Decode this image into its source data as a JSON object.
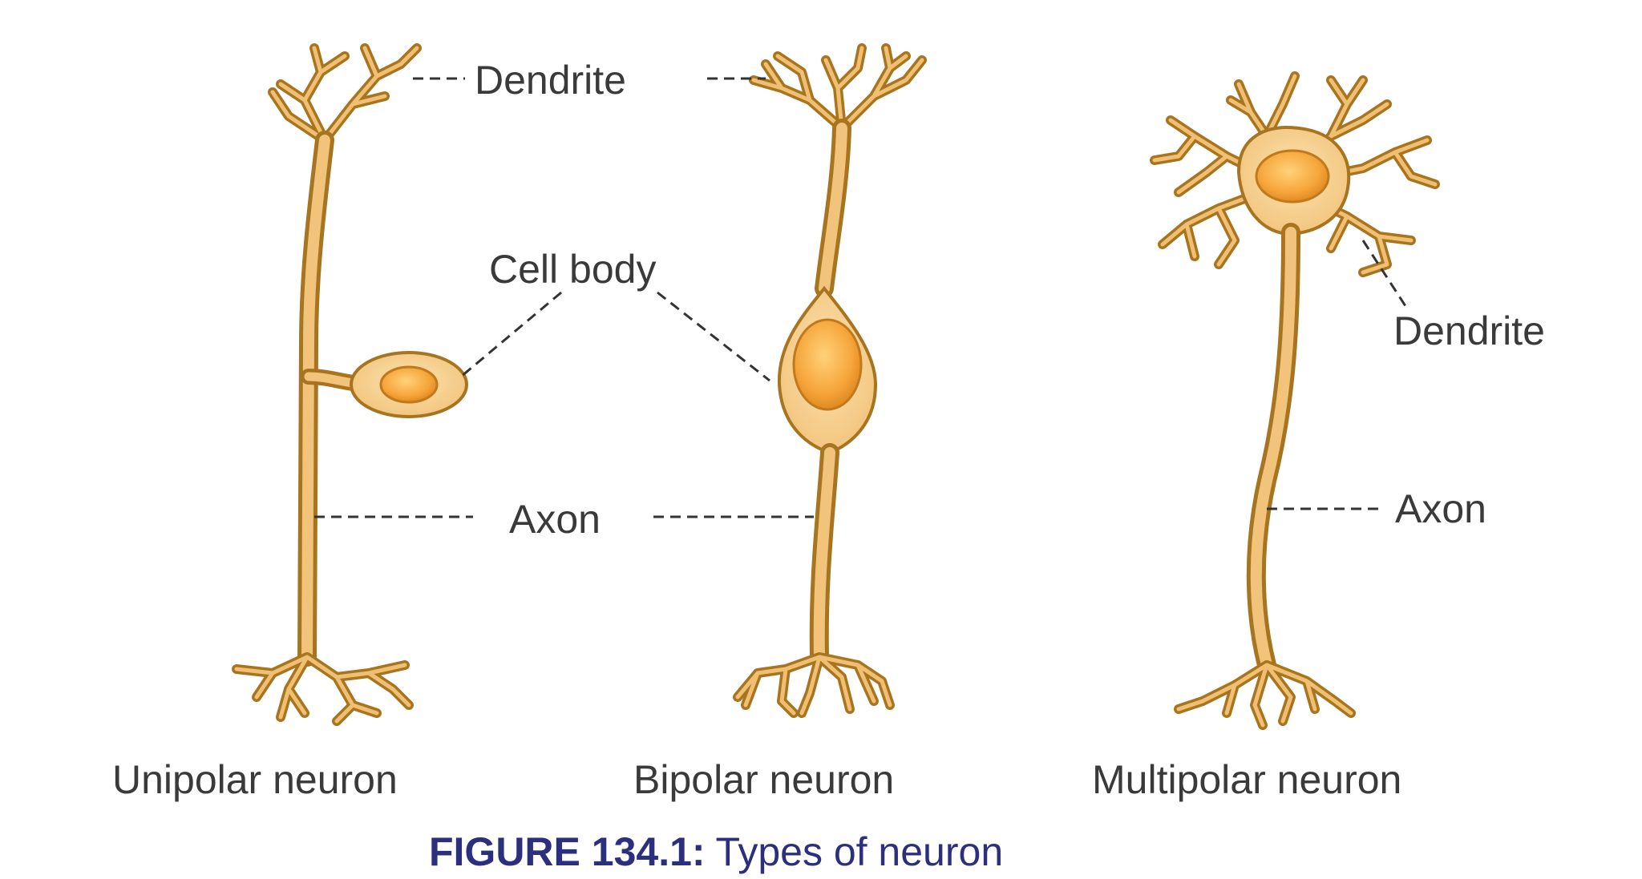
{
  "labels": {
    "dendrite_top": "Dendrite",
    "cell_body": "Cell body",
    "axon_center": "Axon",
    "dendrite_right": "Dendrite",
    "axon_right": "Axon"
  },
  "neurons": {
    "unipolar": "Unipolar neuron",
    "bipolar": "Bipolar neuron",
    "multipolar": "Multipolar neuron"
  },
  "caption": {
    "number": "FIGURE 134.1:",
    "text": " Types of neuron"
  },
  "colors": {
    "neuron_outline": "#a77420",
    "neuron_fill": "#f2c37a",
    "cell_body_fill": "#f7d79a",
    "nucleus": "#f6a53a",
    "caption": "#2b2f7e",
    "label_text": "#3a3a3a"
  }
}
